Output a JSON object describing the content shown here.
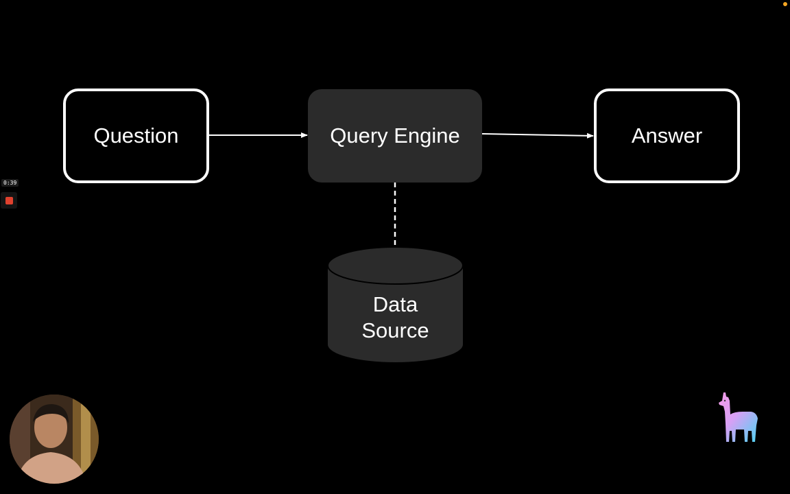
{
  "diagram": {
    "question_label": "Question",
    "engine_label": "Query Engine",
    "answer_label": "Answer",
    "data_source_line1": "Data",
    "data_source_line2": "Source"
  },
  "recorder": {
    "timer": "0:39",
    "stop_color": "#e0412e",
    "indicator_color": "#f5a623"
  },
  "colors": {
    "background": "#000000",
    "node_fill": "#2b2b2b",
    "stroke": "#ffffff"
  },
  "icons": {
    "logo": "llama-logo-icon",
    "stop": "stop-icon"
  }
}
